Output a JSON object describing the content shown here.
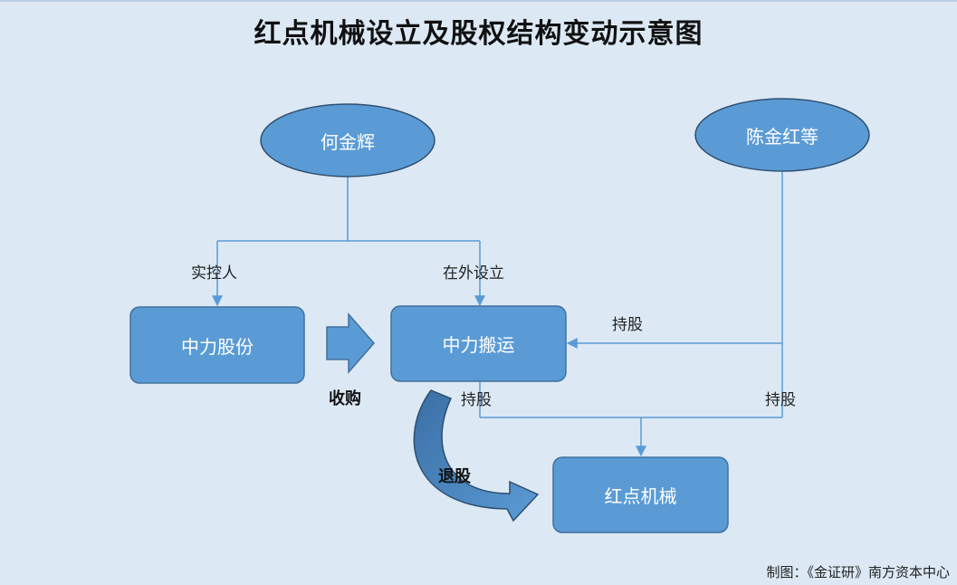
{
  "title": "红点机械设立及股权结构变动示意图",
  "nodes": {
    "he_jinhui": "何金辉",
    "chen_jinhong": "陈金红等",
    "zhongli_gufen": "中力股份",
    "zhongli_banyun": "中力搬运",
    "hongdian_jixie": "红点机械"
  },
  "edges": {
    "shikong": "实控人",
    "zaiwai_sheli": "在外设立",
    "chigu_chen_banyun": "持股",
    "chigu_banyun_hongdian": "持股",
    "chigu_chen_hongdian": "持股"
  },
  "actions": {
    "shougou": "收购",
    "tuigu": "退股"
  },
  "credit": "制图：《金证研》南方资本中心",
  "colors": {
    "background": "#dce9f5",
    "node_fill": "#5b9bd5",
    "node_stroke": "#41719c",
    "line": "#5b9bd5"
  }
}
